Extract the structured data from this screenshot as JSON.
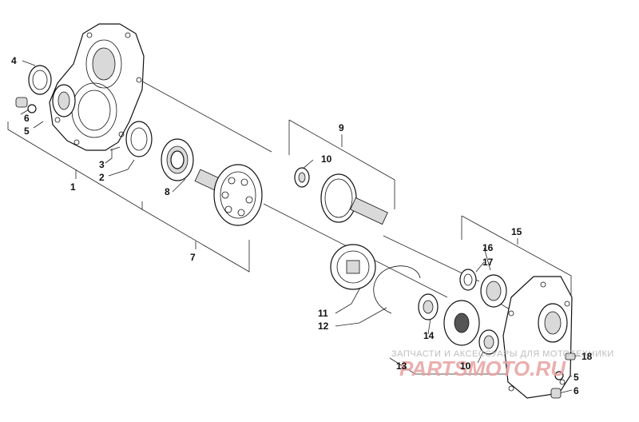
{
  "callouts": {
    "c1": "1",
    "c2": "2",
    "c3": "3",
    "c4": "4",
    "c5a": "5",
    "c6a": "6",
    "c7": "7",
    "c8": "8",
    "c9": "9",
    "c10a": "10",
    "c11": "11",
    "c12": "12",
    "c13": "13",
    "c14": "14",
    "c15": "15",
    "c16": "16",
    "c17": "17",
    "c10b": "10",
    "c18": "18",
    "c5b": "5",
    "c6b": "6"
  },
  "watermark": {
    "tagline": "ЗАПЧАСТИ И АКСЕССУАРЫ ДЛЯ МОТОТЕХНИКИ",
    "logo": "PARTSMOTO.RU"
  },
  "colors": {
    "line": "#111111",
    "watermark": "#e8a0a0"
  }
}
